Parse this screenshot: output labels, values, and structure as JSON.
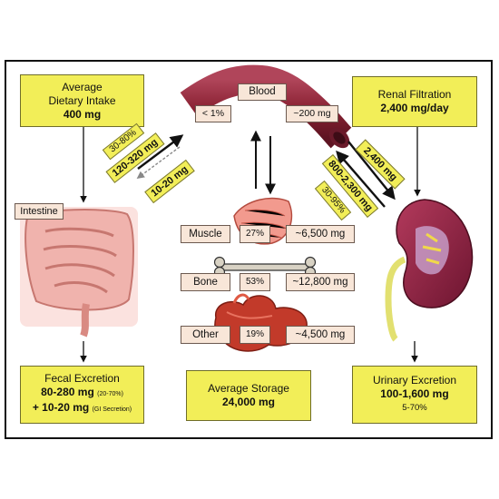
{
  "boxes": {
    "dietary_intake": {
      "line1": "Average",
      "line2": "Dietary Intake",
      "value": "400 mg"
    },
    "renal_filtration": {
      "title": "Renal Filtration",
      "value": "2,400 mg/day"
    },
    "fecal_excretion": {
      "title": "Fecal Excretion",
      "value1": "80-280 mg",
      "note1": "(20-70%)",
      "value2": "+ 10-20 mg",
      "note2": "(GI Secretion)"
    },
    "average_storage": {
      "title": "Average Storage",
      "value": "24,000 mg"
    },
    "urinary_excretion": {
      "title": "Urinary Excretion",
      "value": "100-1,600 mg",
      "note": "5-70%"
    }
  },
  "blood": {
    "label": "Blood",
    "percent": "< 1%",
    "amount": "~200 mg"
  },
  "intestine": {
    "label": "Intestine"
  },
  "flows": {
    "absorption_pct": "30-80%",
    "absorption_mg": "120-320 mg",
    "gi_secretion": "10-20 mg",
    "filtration": "2,400 mg",
    "reabsorption": "800-2,300 mg",
    "reabsorption_pct": "30-95%"
  },
  "storage": [
    {
      "name": "Muscle",
      "percent": "27%",
      "amount": "~6,500 mg"
    },
    {
      "name": "Bone",
      "percent": "53%",
      "amount": "~12,800 mg"
    },
    {
      "name": "Other",
      "percent": "19%",
      "amount": "~4,500 mg"
    }
  ],
  "colors": {
    "box_fill": "#f2ee58",
    "label_fill": "#f8e6d8",
    "blood_vessel": "#8a2233",
    "kidney": "#8d1f3e",
    "intestine": "#e8a39c"
  }
}
